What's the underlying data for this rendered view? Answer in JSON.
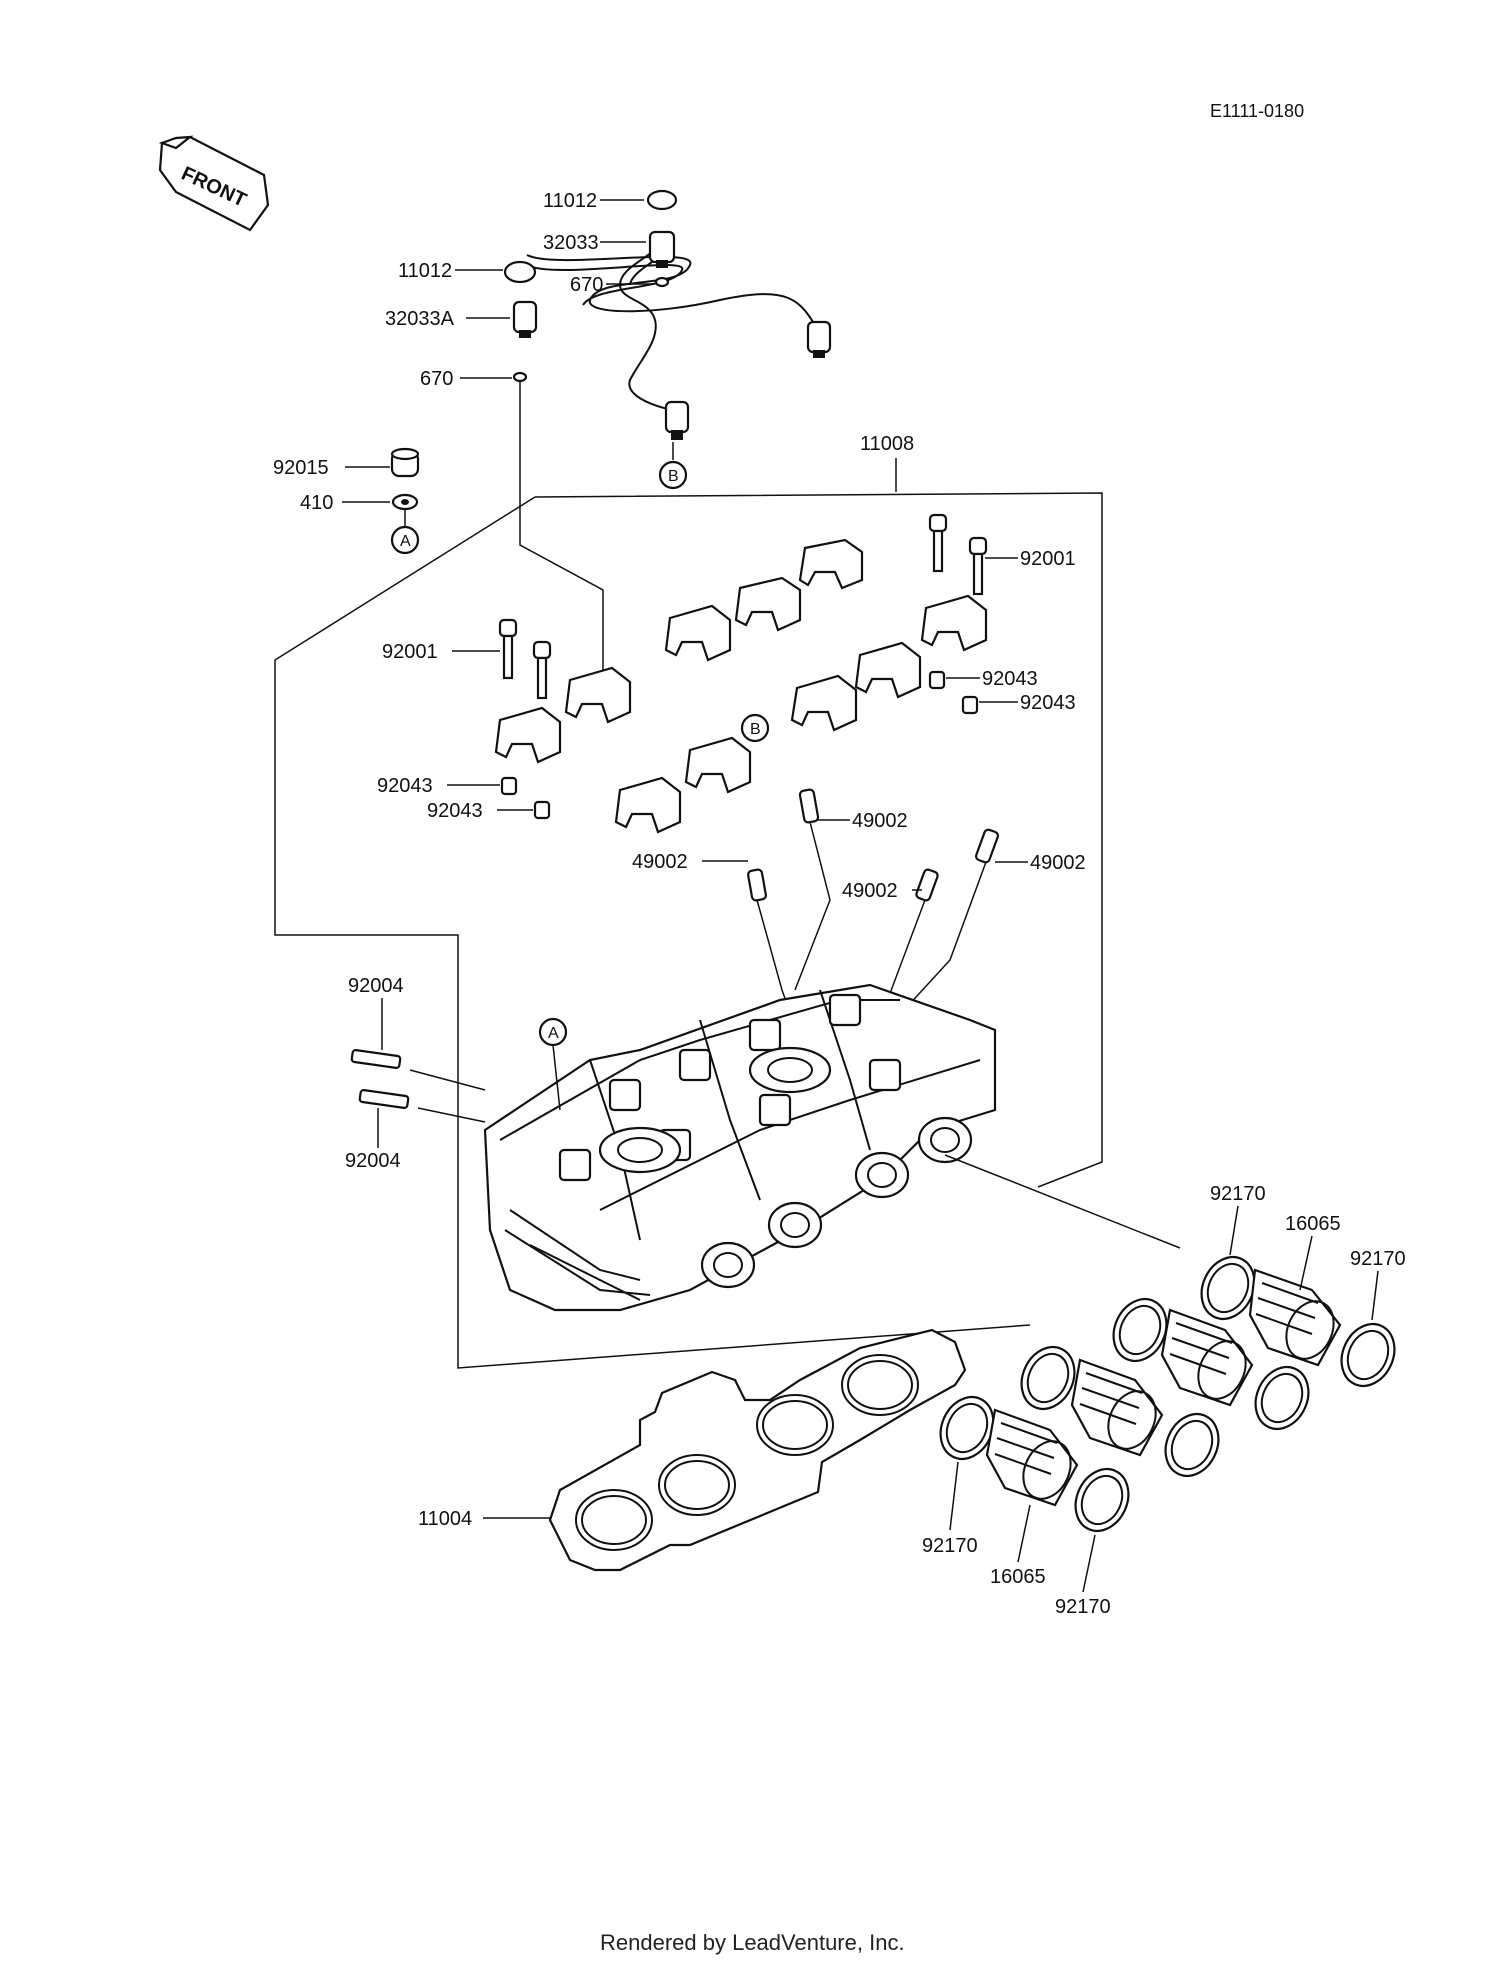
{
  "diagram_code": "E1111-0180",
  "front_label": "FRONT",
  "footer": "Rendered by LeadVenture, Inc.",
  "parts": {
    "p11012_a": "11012",
    "p32033": "32033",
    "p11012_b": "11012",
    "p670_a": "670",
    "p32033A": "32033A",
    "p670_b": "670",
    "p11008": "11008",
    "p92015": "92015",
    "p410": "410",
    "p92001_r": "92001",
    "p92001_l": "92001",
    "p92043_r1": "92043",
    "p92043_r2": "92043",
    "p92043_l1": "92043",
    "p92043_l2": "92043",
    "p49002_a": "49002",
    "p49002_b": "49002",
    "p49002_c": "49002",
    "p49002_d": "49002",
    "p92004_a": "92004",
    "p92004_b": "92004",
    "p92170_a": "92170",
    "p16065_a": "16065",
    "p92170_b": "92170",
    "p11004": "11004",
    "p92170_c": "92170",
    "p16065_b": "16065",
    "p92170_d": "92170"
  },
  "refs": {
    "a1": "A",
    "a2": "A",
    "b1": "B",
    "b2": "B"
  }
}
